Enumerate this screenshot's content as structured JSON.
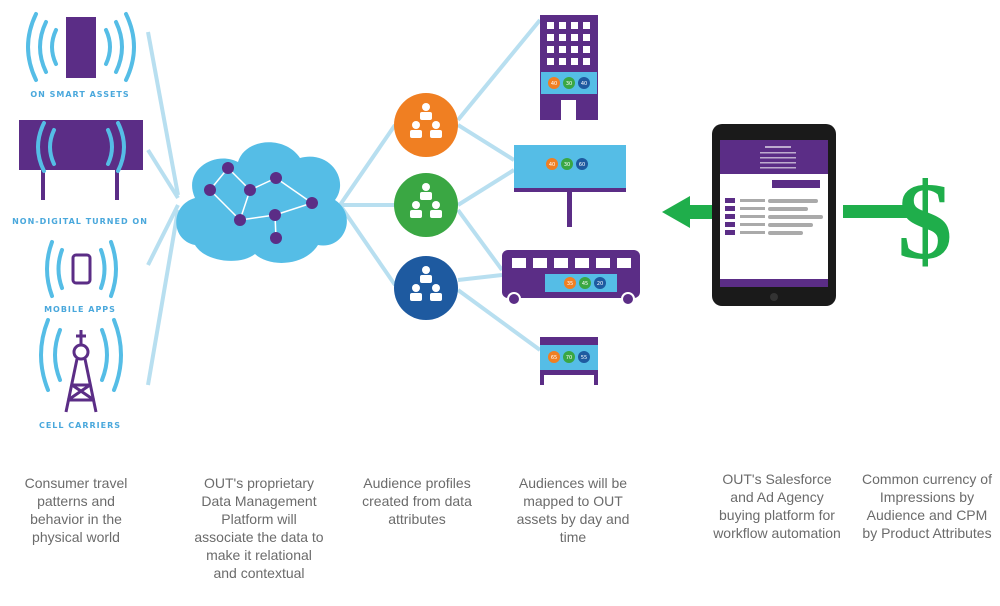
{
  "sources": {
    "smart_assets": "ON SMART ASSETS",
    "non_digital": "NON-DIGITAL TURNED ON",
    "mobile_apps": "MOBILE APPS",
    "cell_carriers": "CELL CARRIERS"
  },
  "billboards": {
    "building": [
      "40",
      "30",
      "40"
    ],
    "billboard": [
      "40",
      "30",
      "60"
    ],
    "bus": [
      "35",
      "45",
      "20"
    ],
    "kiosk": [
      "65",
      "70",
      "55"
    ]
  },
  "captions": {
    "consumer": "Consumer travel patterns and behavior in the physical world",
    "dmp": "OUT's proprietary Data Management Platform will associate the data to make it relational and contextual",
    "profiles": "Audience profiles created from data attributes",
    "mapped": "Audiences will be mapped to OUT assets by day and time",
    "salesforce": "OUT's Salesforce and Ad Agency buying platform for workflow automation",
    "currency": "Common currency of Impressions by Audience and CPM by Product Attributes"
  },
  "symbols": {
    "dollar": "$"
  },
  "colors": {
    "light_blue": "#55bde6",
    "purple": "#5b2d86",
    "orange": "#f07f22",
    "green": "#3aa743",
    "navy": "#1e5aa0",
    "arrow_green": "#1fae4b",
    "text_gray": "#6b6b6b"
  }
}
